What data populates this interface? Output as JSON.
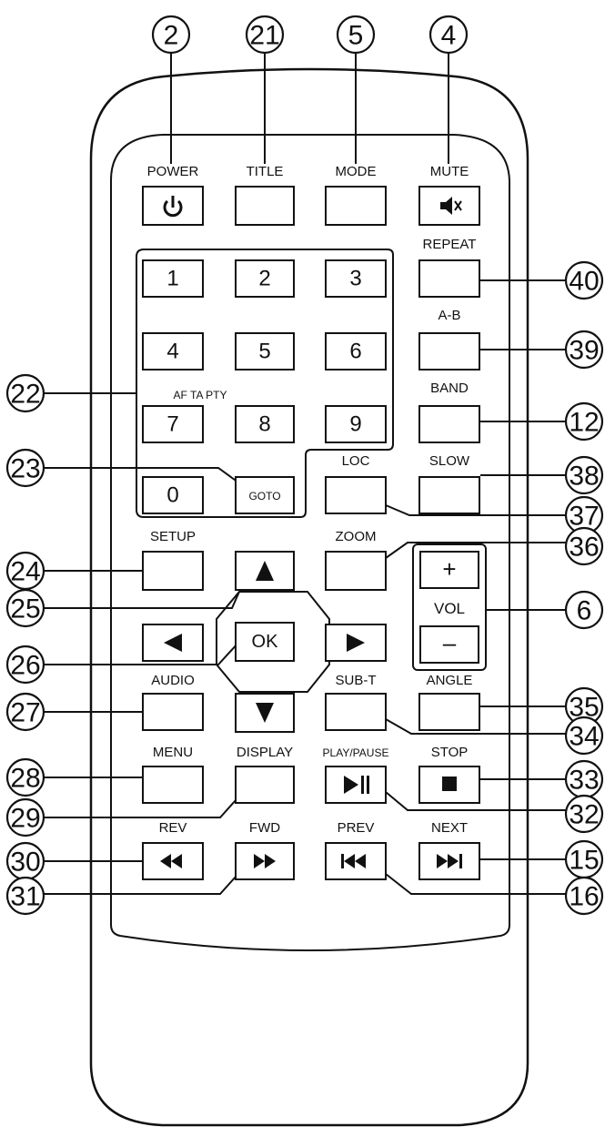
{
  "labels": {
    "power": "POWER",
    "title": "TITLE",
    "mode": "MODE",
    "mute": "MUTE",
    "repeat": "REPEAT",
    "ab": "A-B",
    "band": "BAND",
    "slow": "SLOW",
    "af_ta_pty": "AF TA PTY",
    "loc": "LOC",
    "setup": "SETUP",
    "zoom": "ZOOM",
    "vol": "VOL",
    "audio": "AUDIO",
    "subt": "SUB-T",
    "angle": "ANGLE",
    "menu": "MENU",
    "display": "DISPLAY",
    "play_pause": "PLAY/PAUSE",
    "stop": "STOP",
    "rev": "REV",
    "fwd": "FWD",
    "prev": "PREV",
    "next": "NEXT"
  },
  "keys": {
    "digits": [
      "1",
      "2",
      "3",
      "4",
      "5",
      "6",
      "7",
      "8",
      "9",
      "0"
    ],
    "goto": "GOTO",
    "ok": "OK",
    "vol_plus": "+",
    "vol_minus": "–"
  },
  "callouts": [
    "2",
    "21",
    "5",
    "4",
    "40",
    "39",
    "22",
    "12",
    "23",
    "38",
    "37",
    "24",
    "36",
    "25",
    "6",
    "26",
    "35",
    "27",
    "34",
    "28",
    "33",
    "29",
    "32",
    "30",
    "15",
    "31",
    "16"
  ],
  "icons": {
    "power": "power-icon",
    "mute": "mute-icon",
    "up": "arrow-up-icon",
    "down": "arrow-down-icon",
    "left": "arrow-left-icon",
    "right": "arrow-right-icon",
    "play_pause": "play-pause-icon",
    "stop": "stop-icon",
    "rev": "rewind-icon",
    "fwd": "fast-forward-icon",
    "prev": "skip-previous-icon",
    "next": "skip-next-icon"
  }
}
